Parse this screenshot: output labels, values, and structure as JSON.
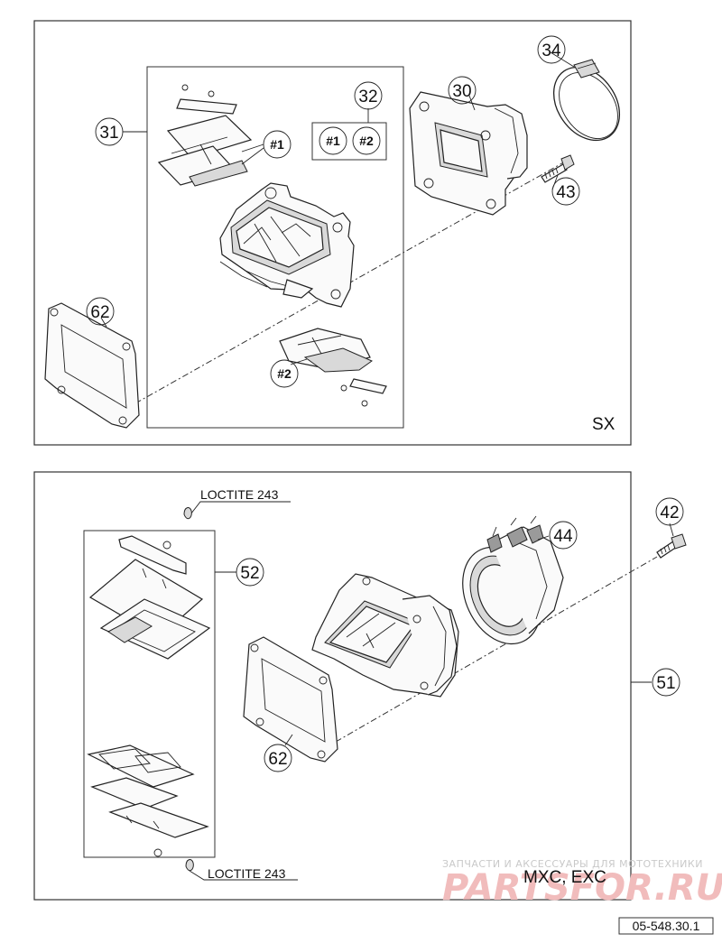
{
  "sx_panel": {
    "variant_label": "SX",
    "callouts": {
      "c31": "31",
      "c32": "32",
      "c30": "30",
      "c34": "34",
      "c43": "43",
      "c62": "62",
      "h1a": "#1",
      "h1b": "#1",
      "h2a": "#2",
      "h2b": "#2"
    }
  },
  "mxc_panel": {
    "variant_label": "MXC, EXC",
    "loctite_top": "LOCTITE 243",
    "loctite_bottom": "LOCTITE 243",
    "callouts": {
      "c42": "42",
      "c44": "44",
      "c52": "52",
      "c51": "51",
      "c62": "62"
    }
  },
  "watermark": {
    "line1": "ЗАПЧАСТИ И АКСЕССУАРЫ ДЛЯ МОТОТЕХНИКИ",
    "line2": "PARTSFOR.RU"
  },
  "diagram_code": "05-548.30.1"
}
